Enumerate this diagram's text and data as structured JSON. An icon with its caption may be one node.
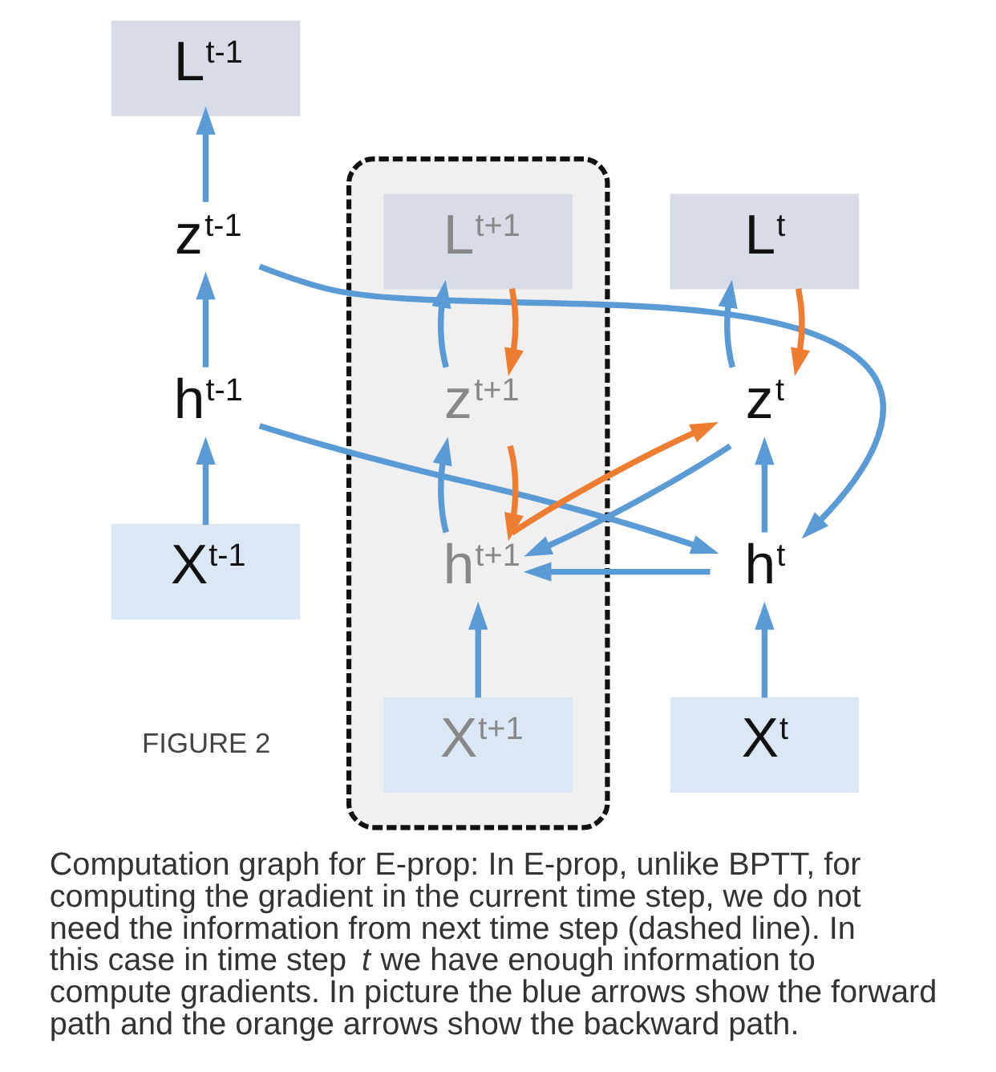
{
  "diagram": {
    "caption": "Computation graph for E-prop: In E-prop, unlike BPTT, for computing the gradient in the current time step, we do not need the information from next time step (dashed line). In this case in time step *t* we have enough information to compute gradients. In picture the blue arrows show the forward path and the orange arrows show the backward path.",
    "nodes": [
      {
        "text": [
          "L$^{t-1}$"
        ]
      },
      {
        "text": [
          "L$^{t}$"
        ]
      },
      {
        "text": [],
        "shape": "box"
      },
      {
        "text": [
          "L$^{t+1}$"
        ],
        "in": 2
      },
      {
        "text": [
          "z$^{t-1}$"
        ]
      },
      {
        "text": [
          "z$^{t}$"
        ]
      },
      {
        "text": [
          "z$^{t+1}$"
        ],
        "in": 2
      },
      {
        "text": [
          "h$^{t-1}$"
        ]
      },
      {
        "text": [
          "h$^{t}$"
        ]
      },
      {
        "text": [
          "h$^{t+1}$"
        ],
        "in": 2
      },
      {
        "text": [
          "X$^{t-1}$"
        ]
      },
      {
        "text": [
          "X$^{t}$"
        ]
      },
      {
        "text": [
          "X$^{t+1}$"
        ],
        "in": 2
      }
    ],
    "edges": [
      {
        "from": 10,
        "to": 7,
        "arrow": "to"
      },
      {
        "from": 7,
        "to": 4,
        "arrow": "to"
      },
      {
        "from": 4,
        "to": 0,
        "arrow": "to"
      },
      {
        "from": 11,
        "to": 8,
        "arrow": "to"
      },
      {
        "from": 8,
        "to": 5,
        "arrow": "to"
      },
      {
        "from": 5,
        "to": 1,
        "arrow": "to"
      },
      {
        "from": 12,
        "to": 9,
        "arrow": "to"
      },
      {
        "from": 9,
        "to": 6,
        "arrow": "to"
      },
      {
        "from": 6,
        "to": 3,
        "arrow": "to"
      },
      {
        "from": 7,
        "to": 8,
        "arrow": "to"
      },
      {
        "from": 4,
        "to": 8,
        "arrow": "to"
      },
      {
        "from": 8,
        "to": 9,
        "arrow": "to"
      },
      {
        "from": 5,
        "to": 9,
        "arrow": "to"
      },
      {
        "from": 1,
        "to": 5,
        "arrow": "to",
        "color": "#ef7d31"
      },
      {
        "from": 3,
        "to": 6,
        "arrow": "to",
        "color": "#ef7d31"
      },
      {
        "from": 6,
        "to": 9,
        "arrow": "to",
        "color": "#ef7d31"
      },
      {
        "from": 9,
        "to": 5,
        "arrow": "to",
        "color": "#ef7d31"
      }
    ],
    "labels": [
      "FIGURE 2"
    ]
  }
}
